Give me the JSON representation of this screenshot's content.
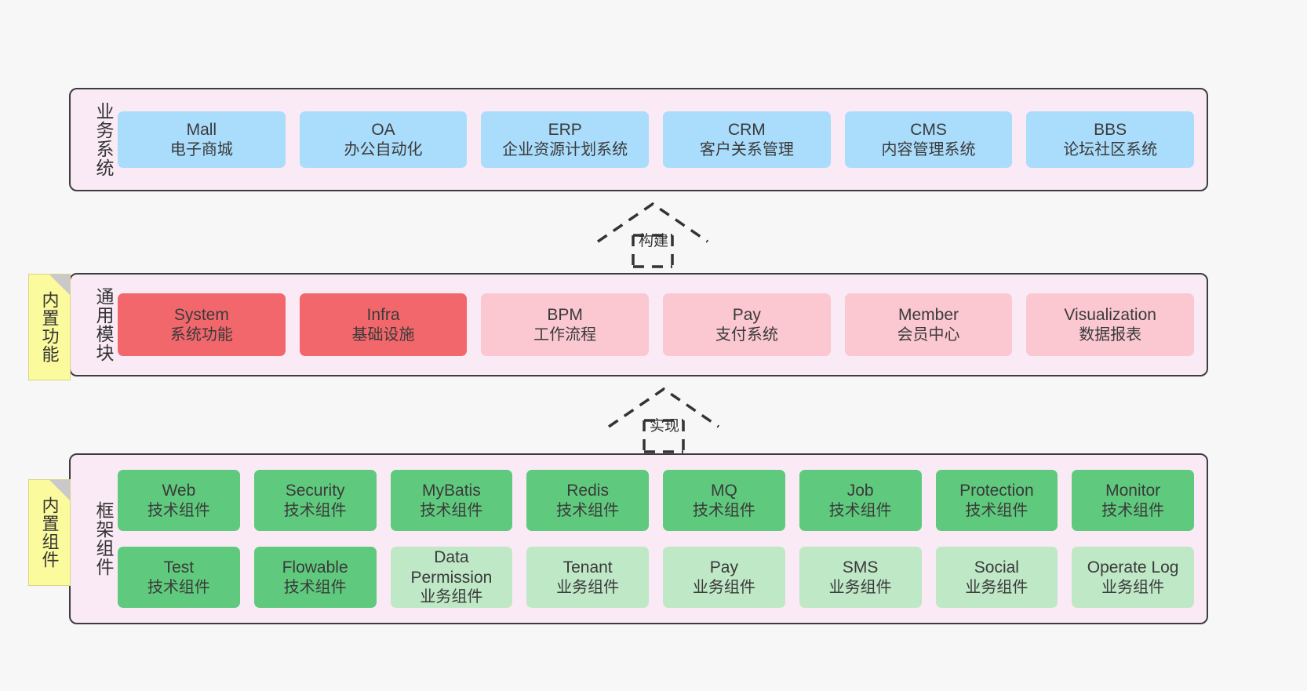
{
  "diagram": {
    "background_color": "#f7f7f7",
    "layer_fill": "#faeaf5",
    "layer_border": "#3d3d3d",
    "colors": {
      "blue": "#aadcfb",
      "red": "#f2676b",
      "pink": "#fbc8d2",
      "green": "#5fca7d",
      "light_green": "#bfe8c7",
      "note_yellow": "#fbfa9d"
    }
  },
  "notes": [
    {
      "id": "note-functions",
      "text": "内置功能"
    },
    {
      "id": "note-components",
      "text": "内置组件"
    }
  ],
  "arrows": [
    {
      "id": "arrow-build",
      "label": "构建",
      "style": "dashed-generalization-up"
    },
    {
      "id": "arrow-impl",
      "label": "实现",
      "style": "dashed-generalization-up"
    }
  ],
  "layers": [
    {
      "id": "layer-business",
      "title": "业务系统",
      "rows": [
        {
          "cards": [
            {
              "en": "Mall",
              "cn": "电子商城",
              "color": "blue"
            },
            {
              "en": "OA",
              "cn": "办公自动化",
              "color": "blue"
            },
            {
              "en": "ERP",
              "cn": "企业资源计划系统",
              "color": "blue"
            },
            {
              "en": "CRM",
              "cn": "客户关系管理",
              "color": "blue"
            },
            {
              "en": "CMS",
              "cn": "内容管理系统",
              "color": "blue"
            },
            {
              "en": "BBS",
              "cn": "论坛社区系统",
              "color": "blue"
            }
          ]
        }
      ]
    },
    {
      "id": "layer-modules",
      "title": "通用模块",
      "rows": [
        {
          "cards": [
            {
              "en": "System",
              "cn": "系统功能",
              "color": "red"
            },
            {
              "en": "Infra",
              "cn": "基础设施",
              "color": "red"
            },
            {
              "en": "BPM",
              "cn": "工作流程",
              "color": "pink"
            },
            {
              "en": "Pay",
              "cn": "支付系统",
              "color": "pink"
            },
            {
              "en": "Member",
              "cn": "会员中心",
              "color": "pink"
            },
            {
              "en": "Visualization",
              "cn": "数据报表",
              "color": "pink"
            }
          ]
        }
      ]
    },
    {
      "id": "layer-framework",
      "title": "框架组件",
      "rows": [
        {
          "cards": [
            {
              "en": "Web",
              "cn": "技术组件",
              "color": "green"
            },
            {
              "en": "Security",
              "cn": "技术组件",
              "color": "green"
            },
            {
              "en": "MyBatis",
              "cn": "技术组件",
              "color": "green"
            },
            {
              "en": "Redis",
              "cn": "技术组件",
              "color": "green"
            },
            {
              "en": "MQ",
              "cn": "技术组件",
              "color": "green"
            },
            {
              "en": "Job",
              "cn": "技术组件",
              "color": "green"
            },
            {
              "en": "Protection",
              "cn": "技术组件",
              "color": "green"
            },
            {
              "en": "Monitor",
              "cn": "技术组件",
              "color": "green"
            }
          ]
        },
        {
          "cards": [
            {
              "en": "Test",
              "cn": "技术组件",
              "color": "green"
            },
            {
              "en": "Flowable",
              "cn": "技术组件",
              "color": "green"
            },
            {
              "en": "Data Permission",
              "cn": "业务组件",
              "color": "lgreen"
            },
            {
              "en": "Tenant",
              "cn": "业务组件",
              "color": "lgreen"
            },
            {
              "en": "Pay",
              "cn": "业务组件",
              "color": "lgreen"
            },
            {
              "en": "SMS",
              "cn": "业务组件",
              "color": "lgreen"
            },
            {
              "en": "Social",
              "cn": "业务组件",
              "color": "lgreen"
            },
            {
              "en": "Operate Log",
              "cn": "业务组件",
              "color": "lgreen"
            }
          ]
        }
      ]
    }
  ]
}
